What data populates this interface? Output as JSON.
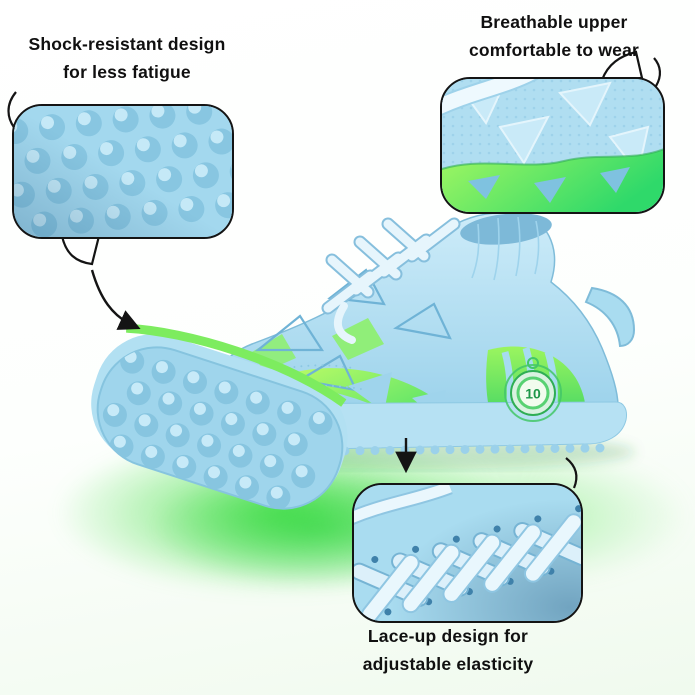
{
  "annotations": {
    "shock": {
      "line1": "Shock-resistant design",
      "line2": "for less fatigue"
    },
    "breathable": {
      "line1": "Breathable upper",
      "line2": "comfortable to wear"
    },
    "lace": {
      "line1": "Lace-up design for",
      "line2": "adjustable elasticity"
    }
  },
  "product": {
    "badge_number": "10",
    "colors": {
      "shoe_blue": "#a6d9ee",
      "accent_green": "#4fdd63",
      "glow_green": "#46e046"
    }
  }
}
